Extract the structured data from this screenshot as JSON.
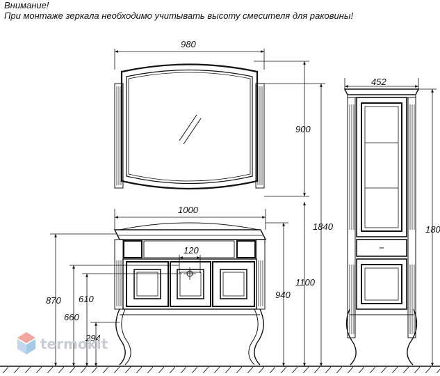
{
  "note": {
    "title": "Внимание!",
    "text": "При монтаже зеркала необходимо учитывать высоту смесителя для раковины!"
  },
  "dimensions": {
    "mirror_width": "980",
    "mirror_height": "900",
    "mirror_mount_height": "1840",
    "cabinet_width": "1000",
    "faucet_spacing": "120",
    "cabinet_height_940": "940",
    "cabinet_height_1100": "1100",
    "height_870": "870",
    "height_660": "660",
    "height_610": "610",
    "height_294": "294",
    "column_width": "452",
    "column_height": "180"
  },
  "watermark": {
    "text": "termokit"
  },
  "colors": {
    "line": "#111111",
    "watermark_logo_top": "#e8614f",
    "watermark_logo_bottom": "#5aa0d8"
  }
}
